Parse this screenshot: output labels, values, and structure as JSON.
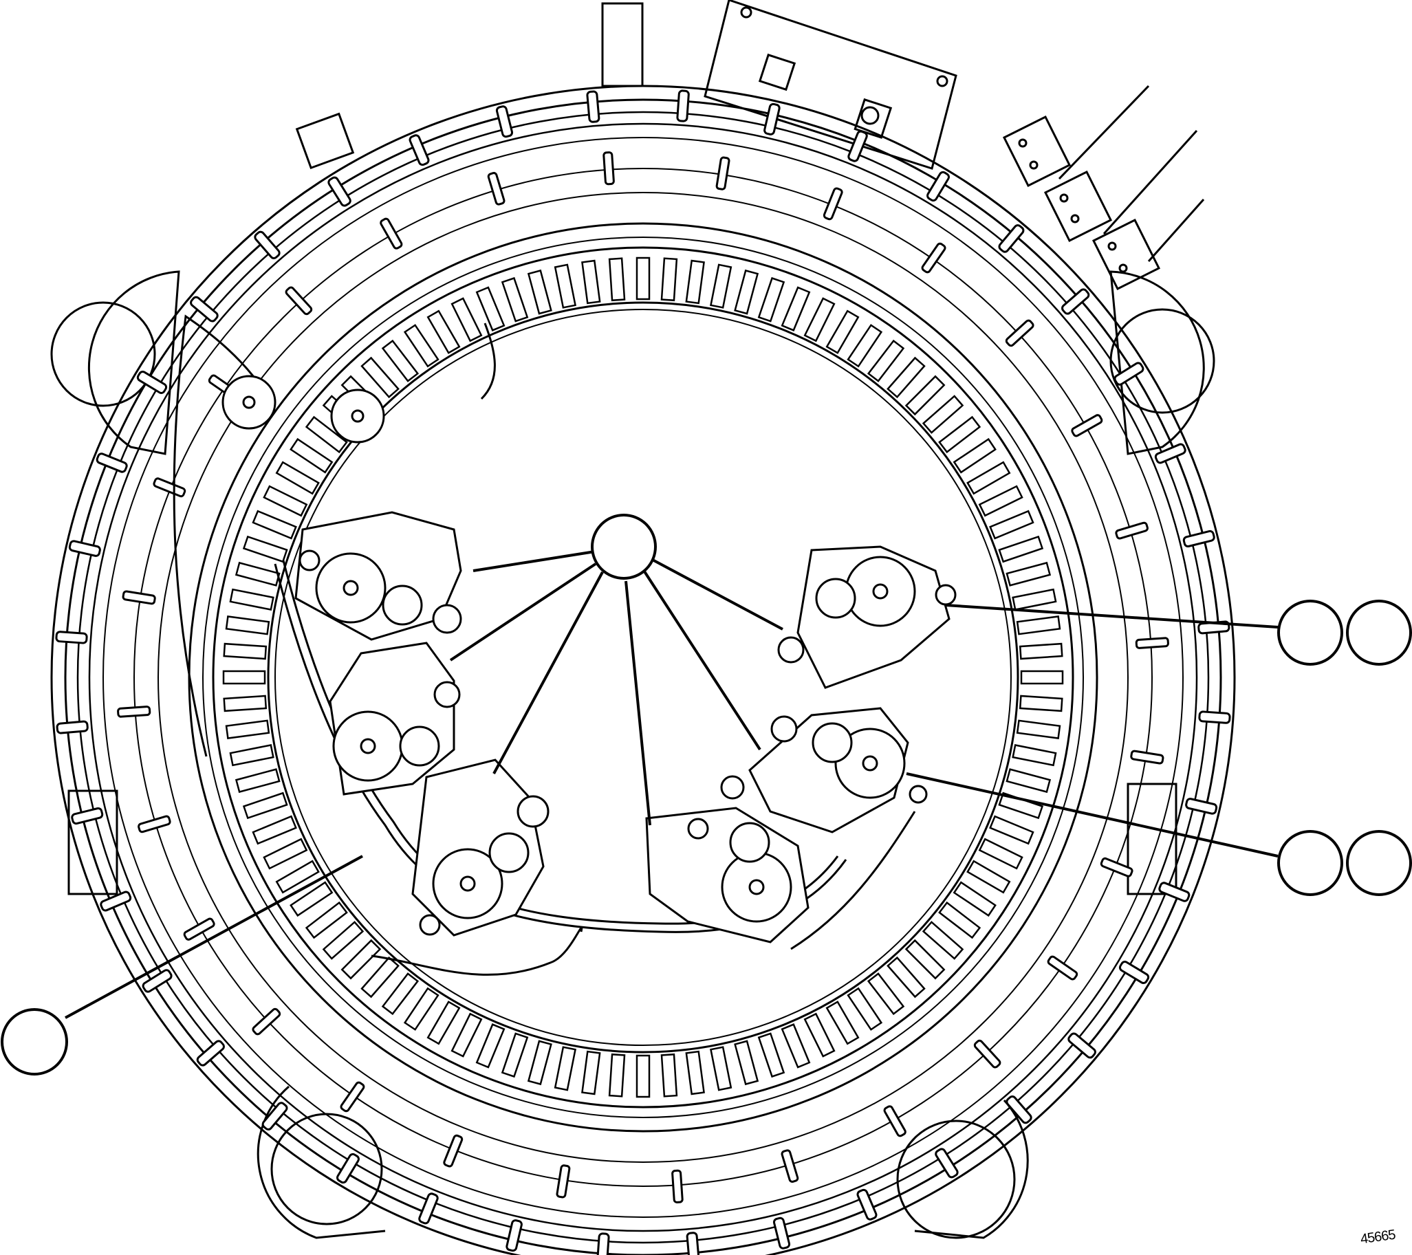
{
  "figure": {
    "figure_number": "45665",
    "callouts": [
      {
        "id": "hub",
        "label": ""
      },
      {
        "id": "right-upper-a",
        "label": ""
      },
      {
        "id": "right-upper-b",
        "label": ""
      },
      {
        "id": "right-lower-a",
        "label": ""
      },
      {
        "id": "right-lower-b",
        "label": ""
      },
      {
        "id": "left-lower",
        "label": ""
      }
    ],
    "stroke_color": "#000000",
    "background_color": "#ffffff"
  }
}
